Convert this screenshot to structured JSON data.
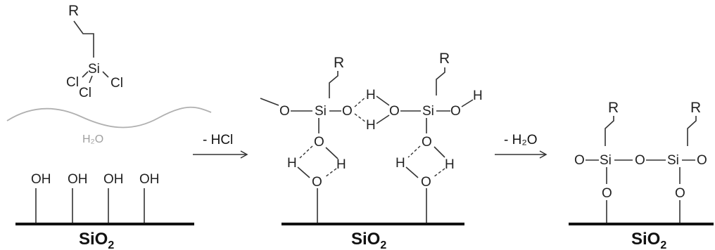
{
  "panel_1": {
    "silane": {
      "r_group": "R",
      "si_label": "Si",
      "cl_left": "Cl",
      "cl_right": "Cl",
      "cl_bottom": "Cl"
    },
    "water": "H₂O",
    "hydroxyls": [
      "OH",
      "OH",
      "OH",
      "OH"
    ],
    "surface": {
      "formula": "SiO",
      "subscript": "2"
    }
  },
  "arrow_1": {
    "label": "- HCl"
  },
  "panel_2": {
    "r_groups": [
      "R",
      "R"
    ],
    "si_labels": [
      "Si",
      "Si"
    ],
    "o_labels": [
      "O",
      "O",
      "O",
      "O",
      "O",
      "O",
      "O",
      "O"
    ],
    "h_labels": [
      "H",
      "H",
      "H",
      "H",
      "H",
      "H",
      "H"
    ],
    "surface": {
      "formula": "SiO",
      "subscript": "2"
    }
  },
  "arrow_2": {
    "label": "- H₂O"
  },
  "panel_3": {
    "r_groups": [
      "R",
      "R"
    ],
    "si_labels": [
      "Si",
      "Si"
    ],
    "o_labels": [
      "O",
      "O",
      "O",
      "O",
      "O"
    ],
    "surface": {
      "formula": "SiO",
      "subscript": "2"
    }
  }
}
